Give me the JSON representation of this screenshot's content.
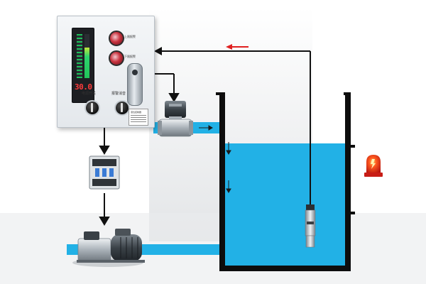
{
  "diagram": {
    "flow_arrow_color": "#e02020",
    "water_color": "#22b1e6"
  },
  "controller": {
    "display_reading": "30.0",
    "lamp_labels": [
      "上限报警",
      "下限报警"
    ],
    "knob_labels": [
      "电源开关",
      "报警消音"
    ],
    "nameplate_title": "液位控制器"
  }
}
